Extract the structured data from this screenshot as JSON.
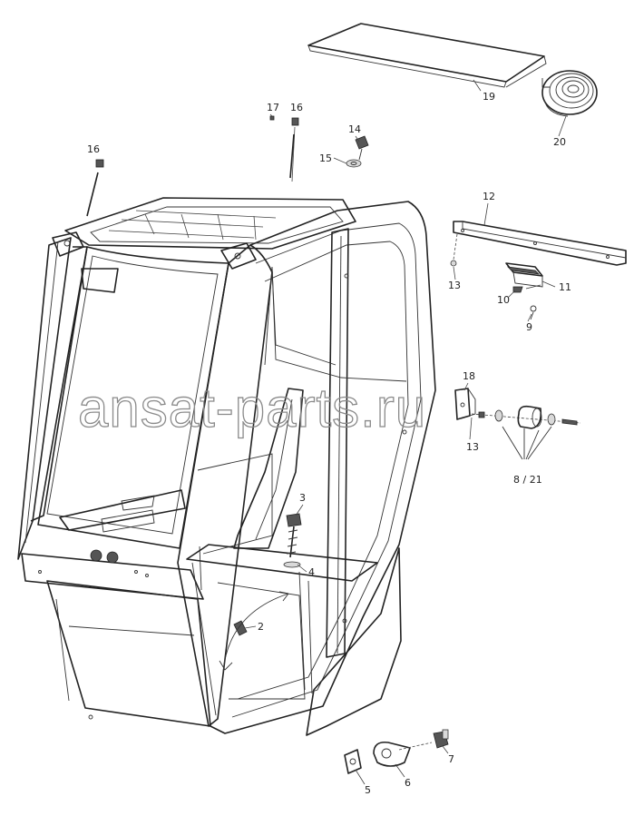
{
  "watermark": "ansat-parts.ru",
  "callouts": {
    "c2": "2",
    "c3": "3",
    "c4": "4",
    "c5": "5",
    "c6": "6",
    "c7": "7",
    "c821": "8 / 21",
    "c9": "9",
    "c10": "10",
    "c11": "11",
    "c12": "12",
    "c13a": "13",
    "c13b": "13",
    "c14": "14",
    "c15": "15",
    "c16a": "16",
    "c16b": "16",
    "c17": "17",
    "c18": "18",
    "c19": "19",
    "c20": "20"
  }
}
